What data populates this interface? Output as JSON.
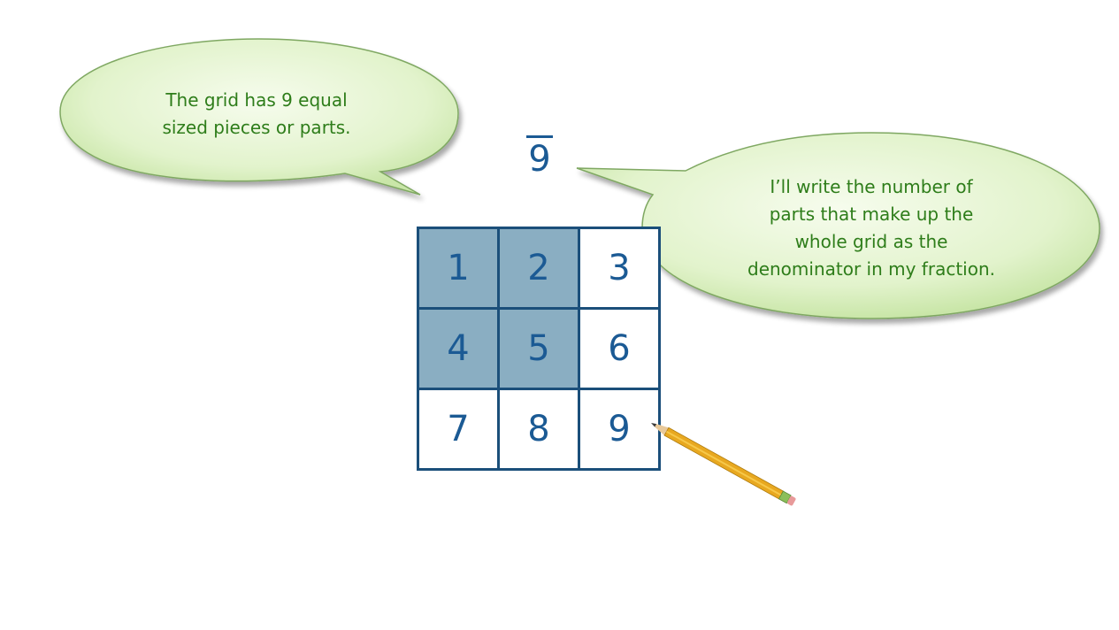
{
  "bubbles": {
    "left": {
      "text": "The grid has 9 equal\nsized pieces or parts."
    },
    "right": {
      "text": "I’ll write the number of\nparts that make up the\nwhole grid as the\ndenominator in my fraction."
    }
  },
  "fraction": {
    "numerator": "",
    "denominator": "9"
  },
  "grid": {
    "cells": [
      {
        "label": "1",
        "shaded": true
      },
      {
        "label": "2",
        "shaded": true
      },
      {
        "label": "3",
        "shaded": false
      },
      {
        "label": "4",
        "shaded": true
      },
      {
        "label": "5",
        "shaded": true
      },
      {
        "label": "6",
        "shaded": false
      },
      {
        "label": "7",
        "shaded": false
      },
      {
        "label": "8",
        "shaded": false
      },
      {
        "label": "9",
        "shaded": false
      }
    ]
  },
  "colors": {
    "bubble_fill": "#dff2c8",
    "bubble_stroke": "#7fa862",
    "bubble_text": "#2e7d1a",
    "grid_line": "#1b4f7a",
    "shaded_cell": "#8aaec2",
    "number": "#1b5a94",
    "pencil_body": "#e8a820"
  },
  "icons": {
    "pencil": "pencil-icon"
  }
}
